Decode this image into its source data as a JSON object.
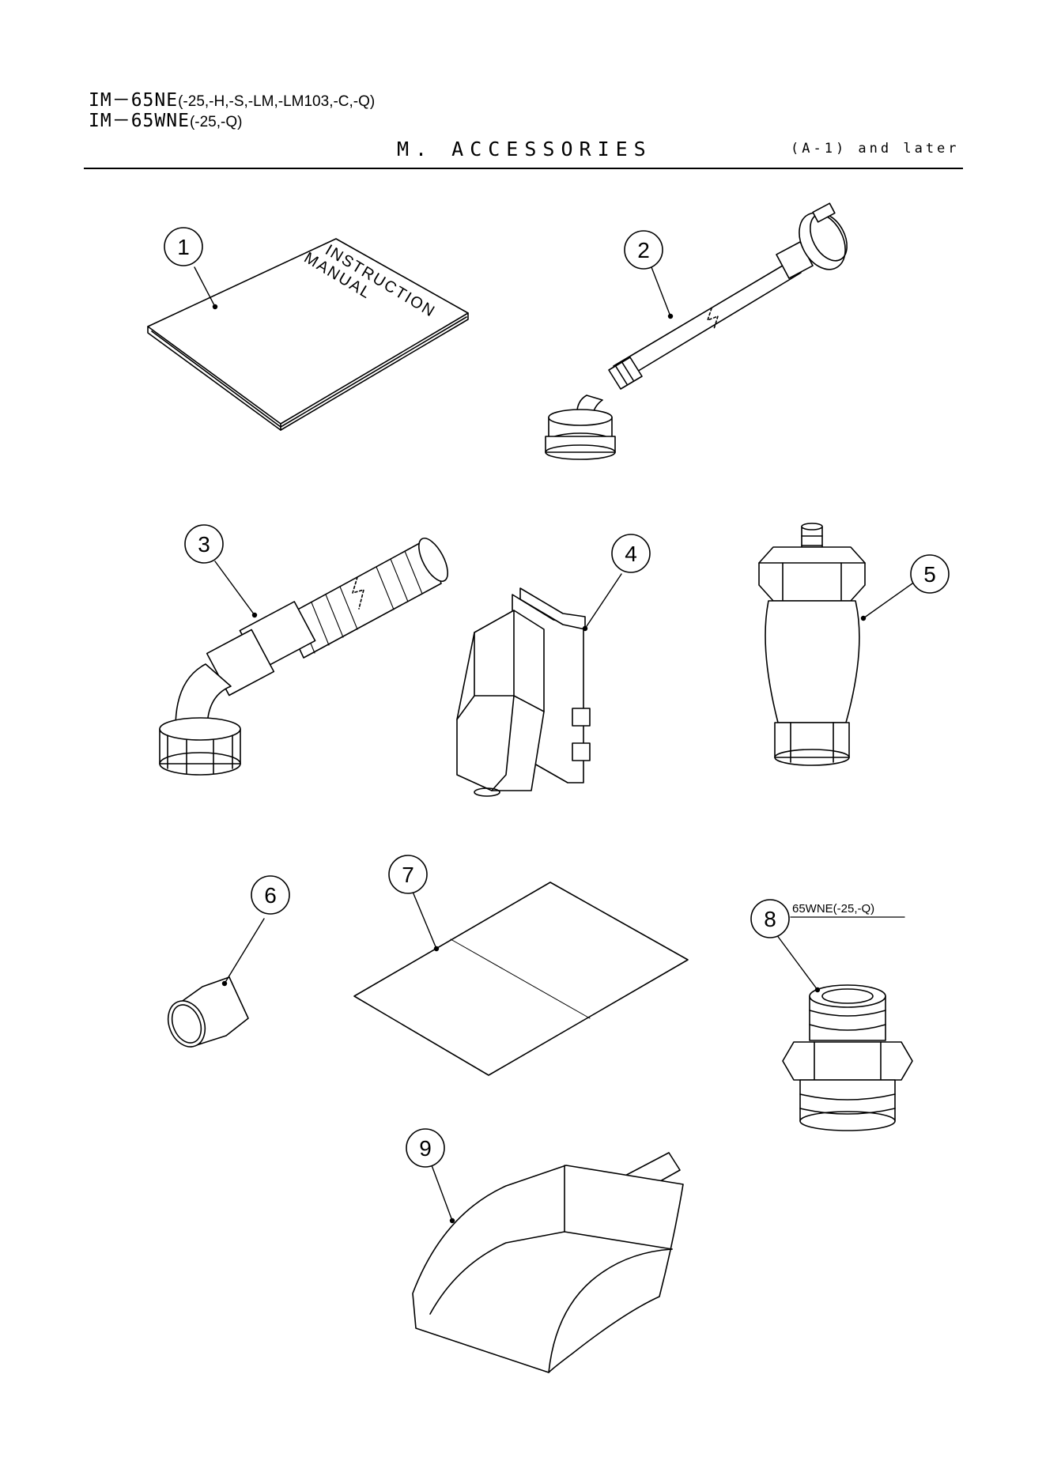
{
  "header": {
    "model_line_1": "IM－65NE",
    "model_line_1_suffix": "(-25,-H,-S,-LM,-LM103,-C,-Q)",
    "model_line_2": "IM－65WNE",
    "model_line_2_suffix": "(-25,-Q)",
    "section_title": "M. ACCESSORIES",
    "serial_note": "(A-1) and later"
  },
  "parts": [
    {
      "number": "1",
      "name": "instruction-manual"
    },
    {
      "number": "2",
      "name": "hose"
    },
    {
      "number": "3",
      "name": "drain-hose"
    },
    {
      "number": "4",
      "name": "cover"
    },
    {
      "number": "5",
      "name": "fitting"
    },
    {
      "number": "6",
      "name": "sleeve"
    },
    {
      "number": "7",
      "name": "sheet"
    },
    {
      "number": "8",
      "name": "nipple"
    },
    {
      "number": "9",
      "name": "scoop"
    }
  ],
  "manual_cover_text": [
    "INSTRUCTION",
    "MANUAL"
  ],
  "part_8_note": "65WNE(-25,-Q)"
}
